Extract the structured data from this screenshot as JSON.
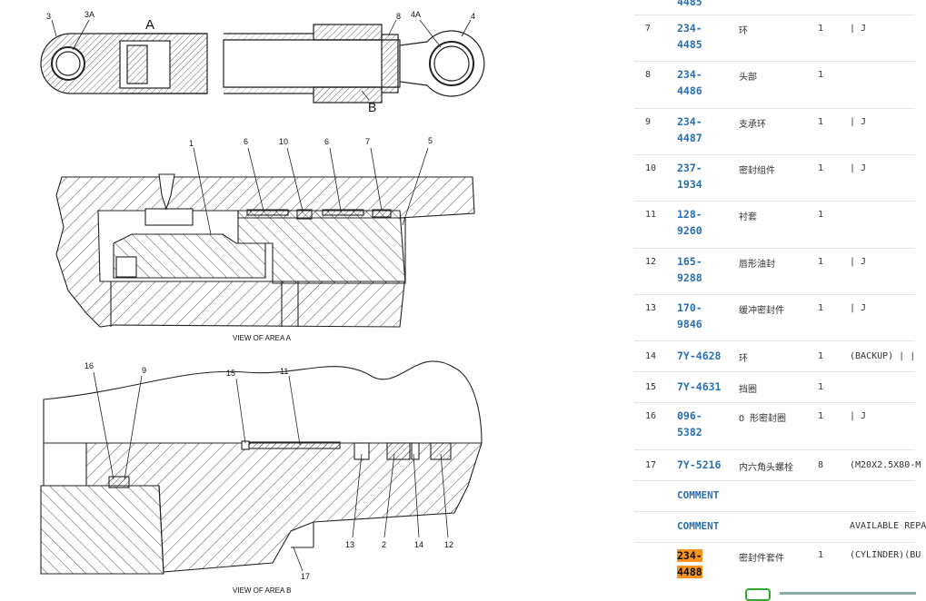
{
  "drawing": {
    "top_labels": [
      "3",
      "3A",
      "A",
      "8",
      "4A",
      "4",
      "B"
    ],
    "area_a_labels": [
      "1",
      "6",
      "10",
      "6",
      "7",
      "5"
    ],
    "area_a_caption": "VIEW OF AREA A",
    "area_b_labels": [
      "16",
      "9",
      "15",
      "11",
      "13",
      "2",
      "14",
      "12",
      "17"
    ],
    "area_b_caption": "VIEW OF AREA B"
  },
  "parts_table": {
    "cut_off_top_pn": "4485",
    "rows": [
      {
        "idx": "7",
        "pn_a": "234-",
        "pn_b": "4485",
        "desc": "环",
        "qty": "1",
        "note": "| J"
      },
      {
        "idx": "8",
        "pn_a": "234-",
        "pn_b": "4486",
        "desc": "头部",
        "qty": "1",
        "note": ""
      },
      {
        "idx": "9",
        "pn_a": "234-",
        "pn_b": "4487",
        "desc": "支承环",
        "qty": "1",
        "note": "| J"
      },
      {
        "idx": "10",
        "pn_a": "237-",
        "pn_b": "1934",
        "desc": "密封组件",
        "qty": "1",
        "note": "| J"
      },
      {
        "idx": "11",
        "pn_a": "128-",
        "pn_b": "9260",
        "desc": "衬套",
        "qty": "1",
        "note": ""
      },
      {
        "idx": "12",
        "pn_a": "165-",
        "pn_b": "9288",
        "desc": "唇形油封",
        "qty": "1",
        "note": "| J"
      },
      {
        "idx": "13",
        "pn_a": "170-",
        "pn_b": "9846",
        "desc": "缓冲密封件",
        "qty": "1",
        "note": "| J"
      },
      {
        "idx": "14",
        "pn_a": "7Y-4628",
        "pn_b": "",
        "desc": "环",
        "qty": "1",
        "note": "(BACKUP) | |"
      },
      {
        "idx": "15",
        "pn_a": "7Y-4631",
        "pn_b": "",
        "desc": "挡圈",
        "qty": "1",
        "note": ""
      },
      {
        "idx": "16",
        "pn_a": "096-",
        "pn_b": "5382",
        "desc": "O 形密封圈",
        "qty": "1",
        "note": "| J"
      },
      {
        "idx": "17",
        "pn_a": "7Y-5216",
        "pn_b": "",
        "desc": "内六角头螺栓",
        "qty": "8",
        "note": "(M20X2.5X80-M"
      }
    ],
    "comment_1": "COMMENT",
    "comment_2": "COMMENT",
    "comment_2_note": "AVAILABLE REPA",
    "last_row": {
      "pn_a": "234-",
      "pn_b": "4488",
      "desc": "密封件套件",
      "qty": "1",
      "note": "(CYLINDER)(BU"
    },
    "highlight_color": "#f7941d",
    "link_color": "#2a6fb0"
  }
}
